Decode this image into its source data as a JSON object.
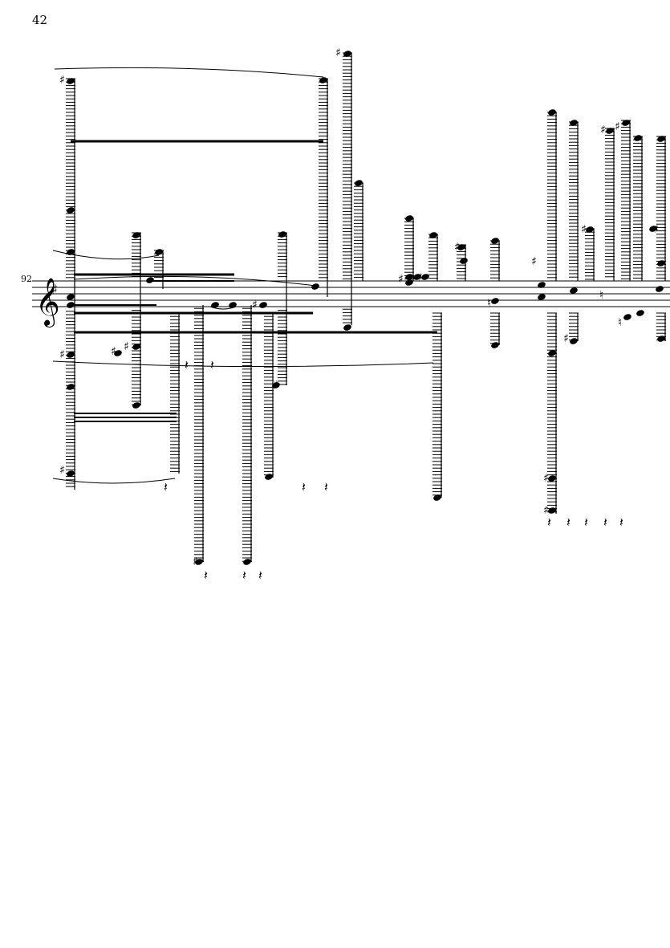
{
  "page": {
    "number": "42"
  },
  "system": {
    "measure_number": "92",
    "clef": "treble",
    "key_signature": "F# (1 sharp)"
  },
  "colors": {
    "ink": "#000000",
    "paper": "#ffffff"
  }
}
